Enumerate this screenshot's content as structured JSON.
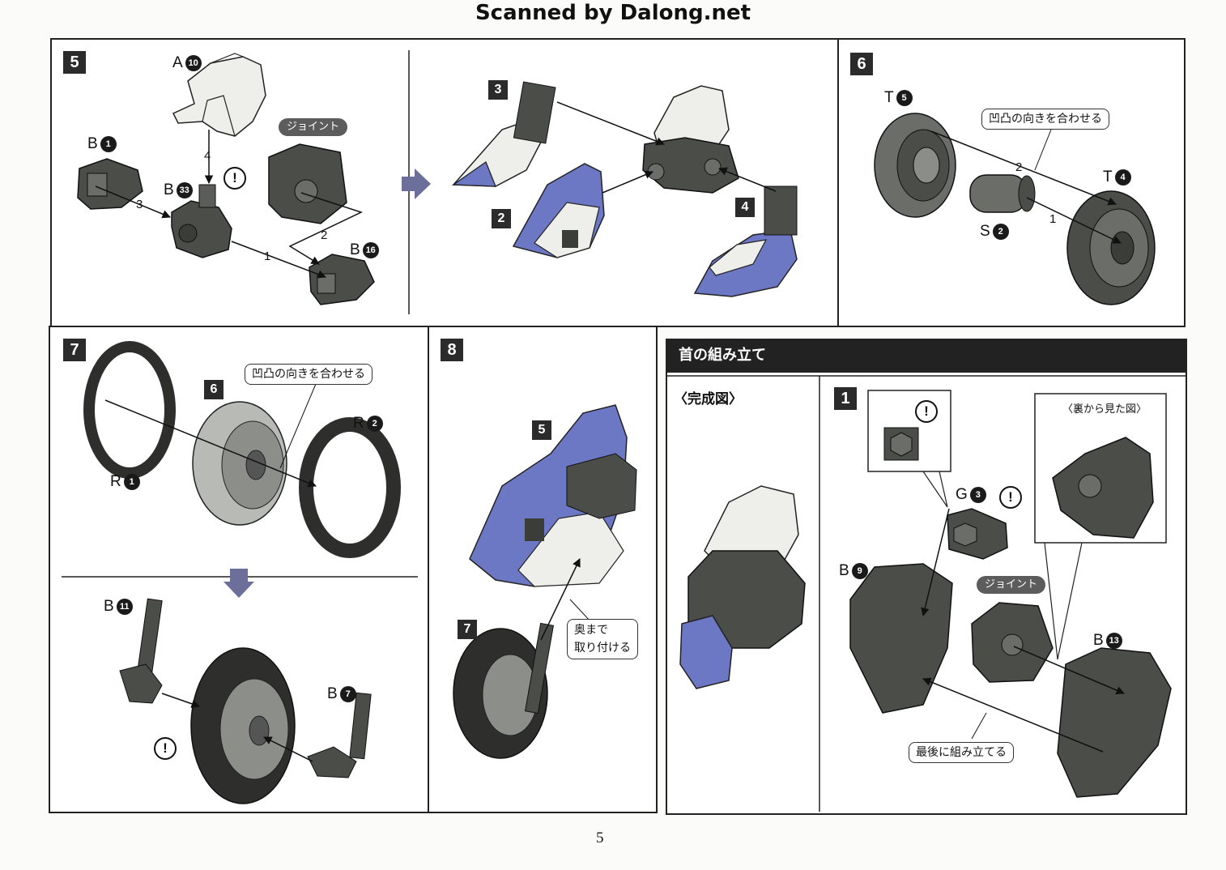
{
  "header": {
    "scan_credit": "Scanned by Dalong.net"
  },
  "steps": {
    "s5": {
      "num": "5",
      "parts": {
        "a": "A",
        "a_n": "10",
        "b1": "B",
        "b1_n": "1",
        "b33": "B",
        "b33_n": "33",
        "b16": "B",
        "b16_n": "16"
      },
      "joint": "ジョイント",
      "order": [
        "4",
        "3",
        "2",
        "1"
      ]
    },
    "s5b": {
      "callouts": [
        "3",
        "2",
        "4"
      ]
    },
    "s6": {
      "num": "6",
      "t5": "T",
      "t5_n": "5",
      "t4": "T",
      "t4_n": "4",
      "s2": "S",
      "s2_n": "2",
      "note": "凹凸の向きを合わせる",
      "order": [
        "2",
        "1"
      ]
    },
    "s7": {
      "num": "7",
      "r1": "R",
      "r1_n": "1",
      "r2": "R",
      "r2_n": "2",
      "six": "6",
      "note": "凹凸の向きを合わせる",
      "b11": "B",
      "b11_n": "11",
      "b7": "B",
      "b7_n": "7"
    },
    "s8": {
      "num": "8",
      "five": "5",
      "seven": "7",
      "note_line1": "奥まで",
      "note_line2": "取り付ける"
    },
    "neck": {
      "title": "首の組み立て",
      "complete": "〈完成図〉",
      "num": "1",
      "g3": "G",
      "g3_n": "3",
      "b9": "B",
      "b9_n": "9",
      "b13": "B",
      "b13_n": "13",
      "joint": "ジョイント",
      "back_view": "〈裏から見た図〉",
      "last_note": "最後に組み立てる"
    }
  },
  "page_number": "5",
  "colors": {
    "dark_part": "#4a4d48",
    "light_part": "#eeeeea",
    "blue_part": "#6c78c4",
    "frame": "#222222"
  }
}
